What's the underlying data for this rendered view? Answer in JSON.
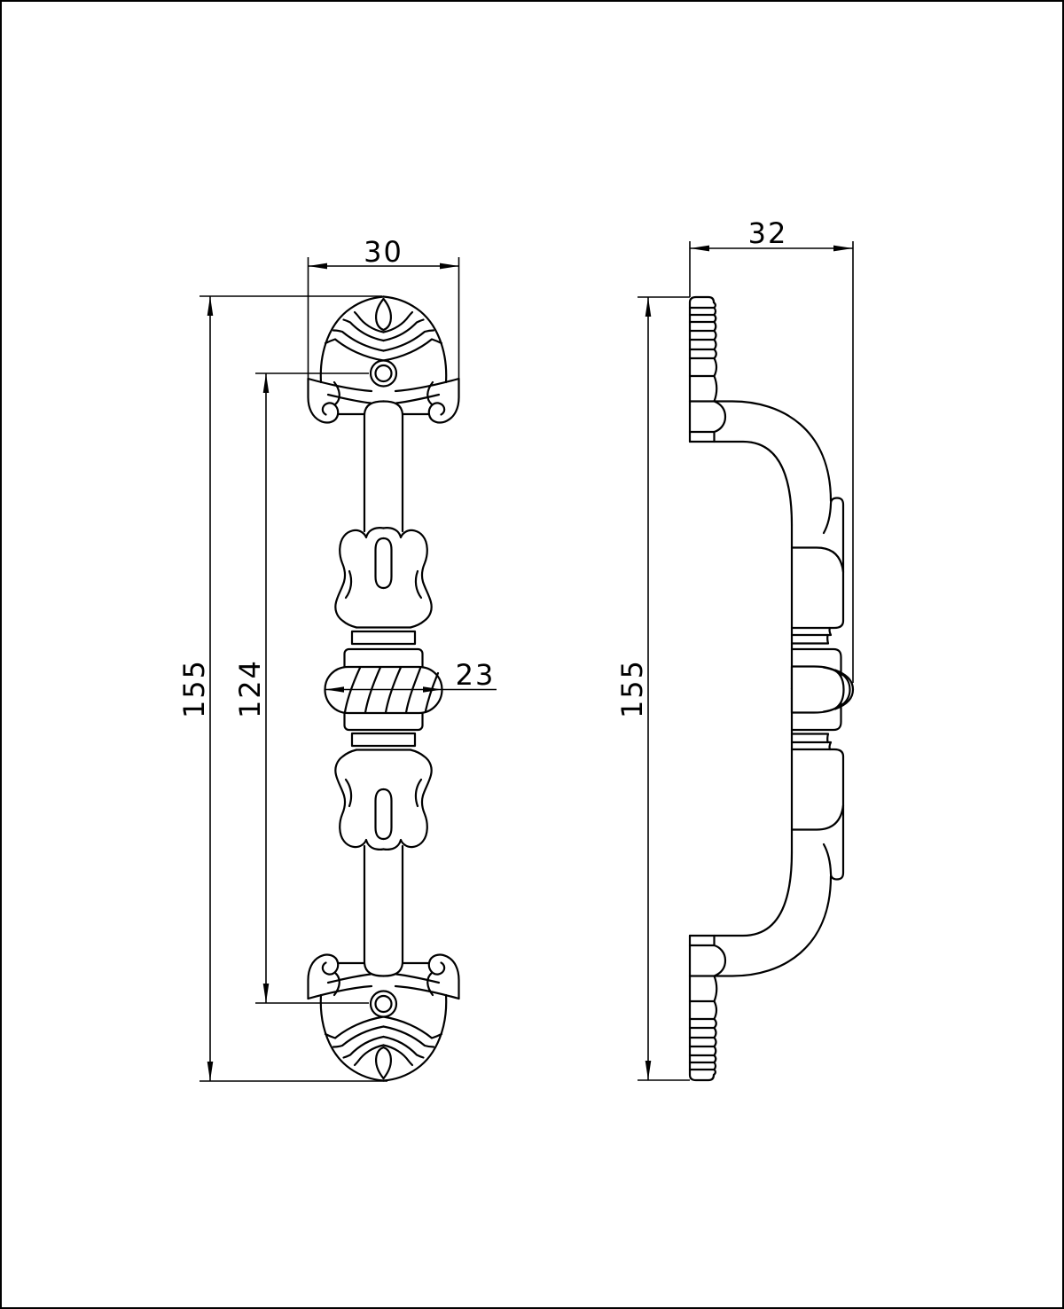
{
  "drawing": {
    "background_color": "#ffffff",
    "line_color": "#000000",
    "views": {
      "front": "front-elevation-of-ornate-pull-handle",
      "side": "side-profile-of-ornate-pull-handle"
    },
    "dimensions": {
      "front_width": "30",
      "front_height": "155",
      "hole_spacing": "124",
      "knot_width": "23",
      "side_depth": "32",
      "side_height": "155"
    }
  }
}
